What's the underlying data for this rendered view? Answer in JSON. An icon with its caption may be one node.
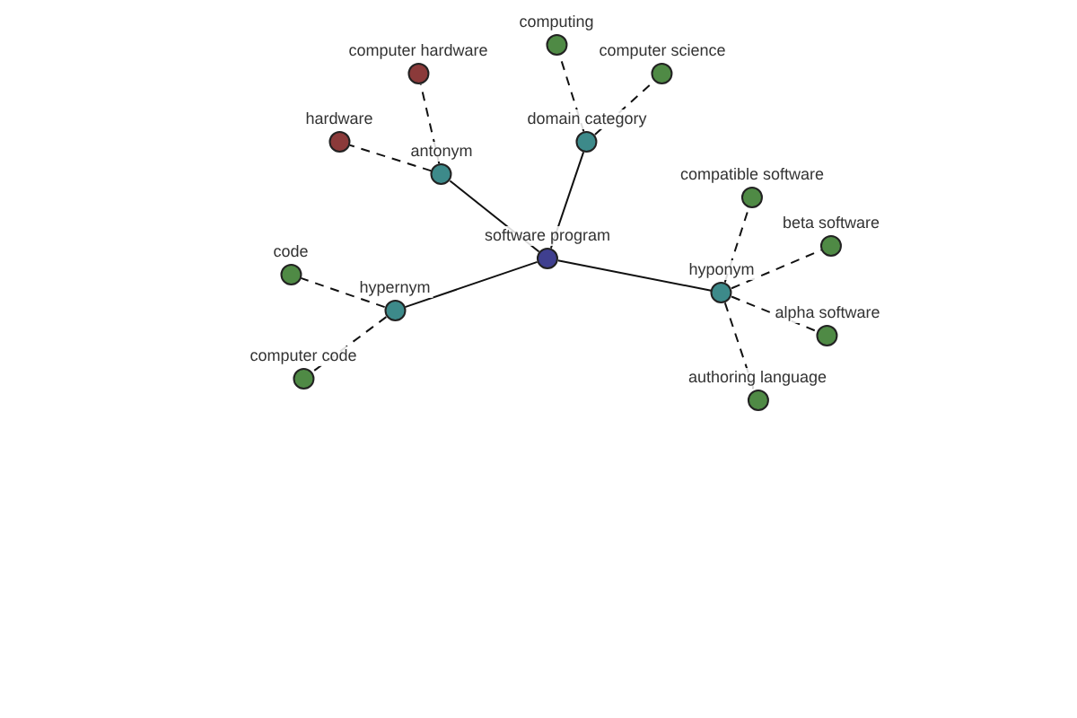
{
  "diagram": {
    "nodes": [
      {
        "text": [
          "software program"
        ]
      },
      {
        "text": [
          "antonym"
        ]
      },
      {
        "text": [
          "hardware"
        ]
      },
      {
        "text": [
          "computer hardware"
        ]
      },
      {
        "text": [
          "domain category"
        ]
      },
      {
        "text": [
          "computing"
        ]
      },
      {
        "text": [
          "computer science"
        ]
      },
      {
        "text": [
          "hypernym"
        ]
      },
      {
        "text": [
          "code"
        ]
      },
      {
        "text": [
          "computer code"
        ]
      },
      {
        "text": [
          "hyponym"
        ]
      },
      {
        "text": [
          "compatible software"
        ]
      },
      {
        "text": [
          "beta software"
        ]
      },
      {
        "text": [
          "alpha software"
        ]
      },
      {
        "text": [
          "authoring language"
        ]
      }
    ],
    "edges": [
      {
        "from": 0,
        "to": 1,
        "arrow": "none"
      },
      {
        "from": 0,
        "to": 4,
        "arrow": "none"
      },
      {
        "from": 0,
        "to": 7,
        "arrow": "none"
      },
      {
        "from": 0,
        "to": 10,
        "arrow": "none"
      },
      {
        "from": 1,
        "to": 2,
        "arrow": "none",
        "style": "dashed"
      },
      {
        "from": 1,
        "to": 3,
        "arrow": "none",
        "style": "dashed"
      },
      {
        "from": 4,
        "to": 5,
        "arrow": "none",
        "style": "dashed"
      },
      {
        "from": 4,
        "to": 6,
        "arrow": "none",
        "style": "dashed"
      },
      {
        "from": 7,
        "to": 8,
        "arrow": "none",
        "style": "dashed"
      },
      {
        "from": 7,
        "to": 9,
        "arrow": "none",
        "style": "dashed"
      },
      {
        "from": 10,
        "to": 11,
        "arrow": "none",
        "style": "dashed"
      },
      {
        "from": 10,
        "to": 12,
        "arrow": "none",
        "style": "dashed"
      },
      {
        "from": 10,
        "to": 13,
        "arrow": "none",
        "style": "dashed"
      },
      {
        "from": 10,
        "to": 14,
        "arrow": "none",
        "style": "dashed"
      }
    ]
  }
}
